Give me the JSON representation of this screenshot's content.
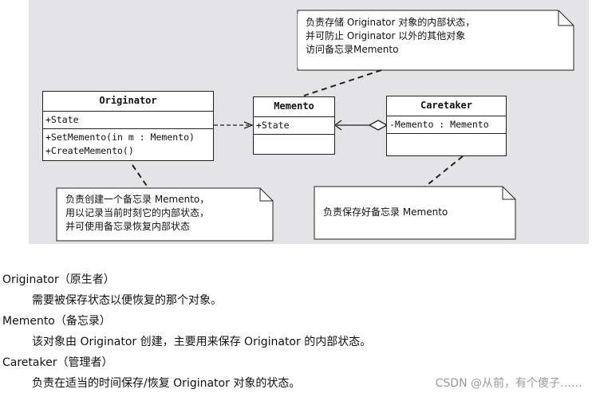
{
  "diagram": {
    "classes": {
      "originator": {
        "name": "Originator",
        "attrs": [
          "+State"
        ],
        "ops": [
          "+SetMemento(in m : Memento)",
          "+CreateMemento()"
        ]
      },
      "memento": {
        "name": "Memento",
        "attrs": [
          "+State"
        ]
      },
      "caretaker": {
        "name": "Caretaker",
        "attrs": [
          "-Memento : Memento"
        ]
      }
    },
    "notes": {
      "memento": [
        "负责存储 Originator 对象的内部状态，",
        "并可防止 Originator 以外的其他对象",
        "访问备忘录Memento"
      ],
      "originator": [
        "负责创建一个备忘录 Memento，",
        "用以记录当前时刻它的内部状态，",
        "并可使用备忘录恢复内部状态"
      ],
      "caretaker": [
        "负责保存好备忘录 Memento"
      ]
    }
  },
  "text": {
    "originator_term": "Originator（原生者）",
    "originator_desc": "需要被保存状态以便恢复的那个对象。",
    "memento_term": "Memento（备忘录）",
    "memento_desc": "该对象由 Originator 创建，主要用来保存 Originator 的内部状态。",
    "caretaker_term": "Caretaker（管理者）",
    "caretaker_desc": "负责在适当的时间保存/恢复 Originator 对象的状态。"
  },
  "watermark": "CSDN @从前，有个傻子……"
}
